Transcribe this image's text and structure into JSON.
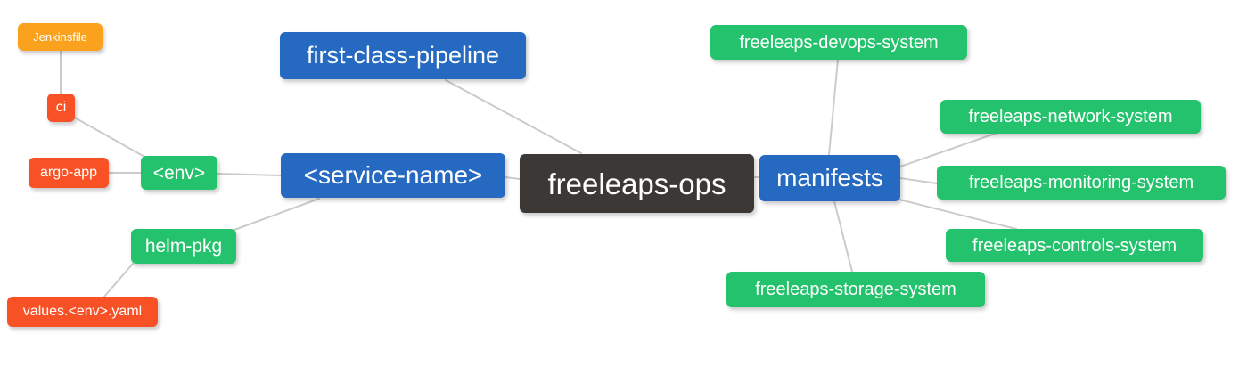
{
  "palette": {
    "root": "#3C3835",
    "branch_blue": "#2569C1",
    "leaf_green": "#25C26D",
    "leaf_red": "#F85126",
    "leaf_orange": "#FAA21E",
    "edge": "#CBCBCB",
    "background": "#FFFFFF",
    "text": "#FFFFFF"
  },
  "nodes": [
    {
      "id": "freeleaps-ops",
      "label": "freeleaps-ops",
      "level": 0,
      "parent": null
    },
    {
      "id": "first-class-pipeline",
      "label": "first-class-pipeline",
      "level": 1,
      "parent": "freeleaps-ops"
    },
    {
      "id": "service-name",
      "label": "<service-name>",
      "level": 1,
      "parent": "freeleaps-ops"
    },
    {
      "id": "manifests",
      "label": "manifests",
      "level": 1,
      "parent": "freeleaps-ops"
    },
    {
      "id": "env",
      "label": "<env>",
      "level": 2,
      "parent": "service-name"
    },
    {
      "id": "helm-pkg",
      "label": "helm-pkg",
      "level": 2,
      "parent": "service-name"
    },
    {
      "id": "ci",
      "label": "ci",
      "level": 3,
      "parent": "env"
    },
    {
      "id": "argo-app",
      "label": "argo-app",
      "level": 3,
      "parent": "env"
    },
    {
      "id": "jenkinsfile",
      "label": "Jenkinsfile",
      "level": 4,
      "parent": "ci"
    },
    {
      "id": "values-env-yaml",
      "label": "values.<env>.yaml",
      "level": 3,
      "parent": "helm-pkg"
    },
    {
      "id": "devops-system",
      "label": "freeleaps-devops-system",
      "level": 2,
      "parent": "manifests"
    },
    {
      "id": "network-system",
      "label": "freeleaps-network-system",
      "level": 2,
      "parent": "manifests"
    },
    {
      "id": "monitoring-system",
      "label": "freeleaps-monitoring-system",
      "level": 2,
      "parent": "manifests"
    },
    {
      "id": "controls-system",
      "label": "freeleaps-controls-system",
      "level": 2,
      "parent": "manifests"
    },
    {
      "id": "storage-system",
      "label": "freeleaps-storage-system",
      "level": 2,
      "parent": "manifests"
    }
  ],
  "edges": [
    {
      "from": "jenkinsfile",
      "to": "ci"
    },
    {
      "from": "ci",
      "to": "env"
    },
    {
      "from": "argo-app",
      "to": "env"
    },
    {
      "from": "env",
      "to": "service-name"
    },
    {
      "from": "service-name",
      "to": "helm-pkg"
    },
    {
      "from": "helm-pkg",
      "to": "values-env-yaml"
    },
    {
      "from": "first-class-pipeline",
      "to": "freeleaps-ops"
    },
    {
      "from": "service-name",
      "to": "freeleaps-ops"
    },
    {
      "from": "freeleaps-ops",
      "to": "manifests"
    },
    {
      "from": "manifests",
      "to": "devops-system"
    },
    {
      "from": "manifests",
      "to": "network-system"
    },
    {
      "from": "manifests",
      "to": "monitoring-system"
    },
    {
      "from": "manifests",
      "to": "controls-system"
    },
    {
      "from": "manifests",
      "to": "storage-system"
    }
  ]
}
